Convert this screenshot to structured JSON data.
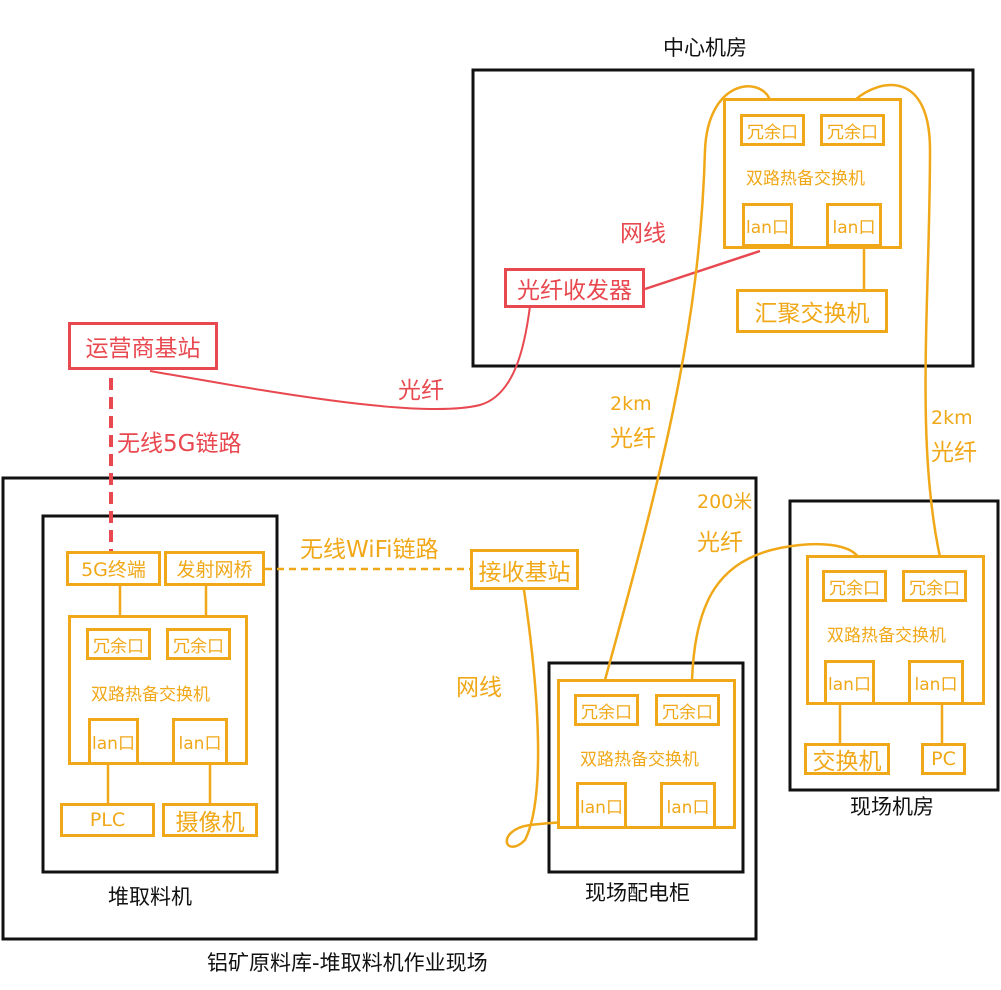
{
  "colors": {
    "structure": "#111111",
    "equipment": "#f0a818",
    "carrier": "#e8484f",
    "background": "#ffffff"
  },
  "rooms": {
    "center": "中心机房",
    "site": "铝矿原料库-堆取料机作业现场",
    "stacker": "堆取料机",
    "cabinet": "现场配电柜",
    "field_room": "现场机房"
  },
  "switch_unit": {
    "redundant": "冗余口",
    "title": "双路热备交换机",
    "lan": "lan口"
  },
  "devices": {
    "fiber_transceiver": "光纤收发器",
    "aggregation_switch": "汇聚交换机",
    "carrier_station": "运营商基站",
    "terminal_5g": "5G终端",
    "tx_bridge": "发射网桥",
    "rx_station": "接收基站",
    "plc": "PLC",
    "camera": "摄像机",
    "switch": "交换机",
    "pc": "PC"
  },
  "links": {
    "center_lan": "网线",
    "carrier_fiber": "光纤",
    "wireless_5g": "无线5G链路",
    "wireless_wifi": "无线WiFi链路",
    "rx_lan": "网线",
    "fiber_2km_left_a": "2km",
    "fiber_2km_left_b": "光纤",
    "fiber_2km_right_a": "2km",
    "fiber_2km_right_b": "光纤",
    "fiber_200m_a": "200米",
    "fiber_200m_b": "光纤"
  }
}
